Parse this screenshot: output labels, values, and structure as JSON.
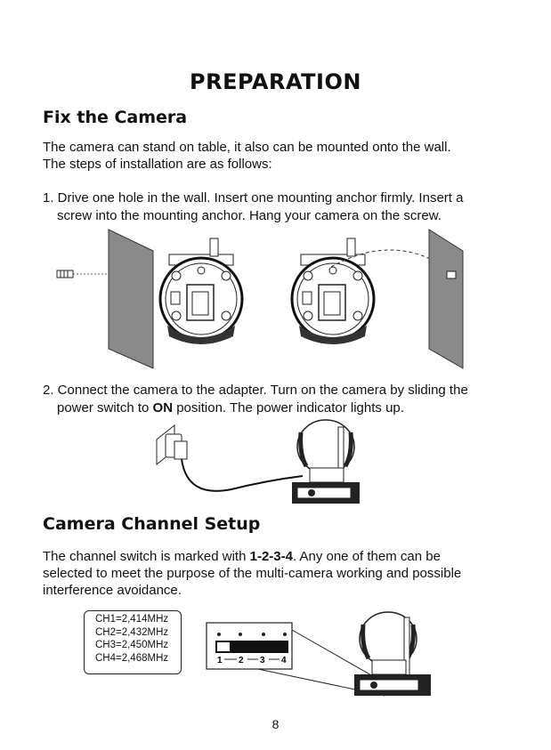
{
  "page_title": "PREPARATION",
  "section1": {
    "title": "Fix the Camera",
    "intro_line1": "The camera can stand on table, it also can be mounted onto the wall.",
    "intro_line2": "The steps of installation are as follows:",
    "step1_line1": "1. Drive one hole in the wall. Insert one mounting anchor firmly. Insert a",
    "step1_line2": "screw into the mounting anchor. Hang your camera on the screw.",
    "step2_line1": "2. Connect the camera to the adapter. Turn on the camera by sliding the",
    "step2_line2_pre": "power switch to ",
    "step2_line2_bold": "ON",
    "step2_line2_post": " position. The power indicator lights up."
  },
  "section2": {
    "title": "Camera Channel Setup",
    "line1_pre": "The channel switch is marked with ",
    "line1_bold": "1-2-3-4",
    "line1_post": ". Any one of them can be",
    "line2": "selected to meet the purpose of the multi-camera working and possible",
    "line3": "interference avoidance.",
    "channels": [
      "CH1=2,414MHz",
      "CH2=2,432MHz",
      "CH3=2,450MHz",
      "CH4=2,468MHz"
    ],
    "switch_numbers": [
      "1",
      "2",
      "3",
      "4"
    ]
  },
  "page_number": "8"
}
